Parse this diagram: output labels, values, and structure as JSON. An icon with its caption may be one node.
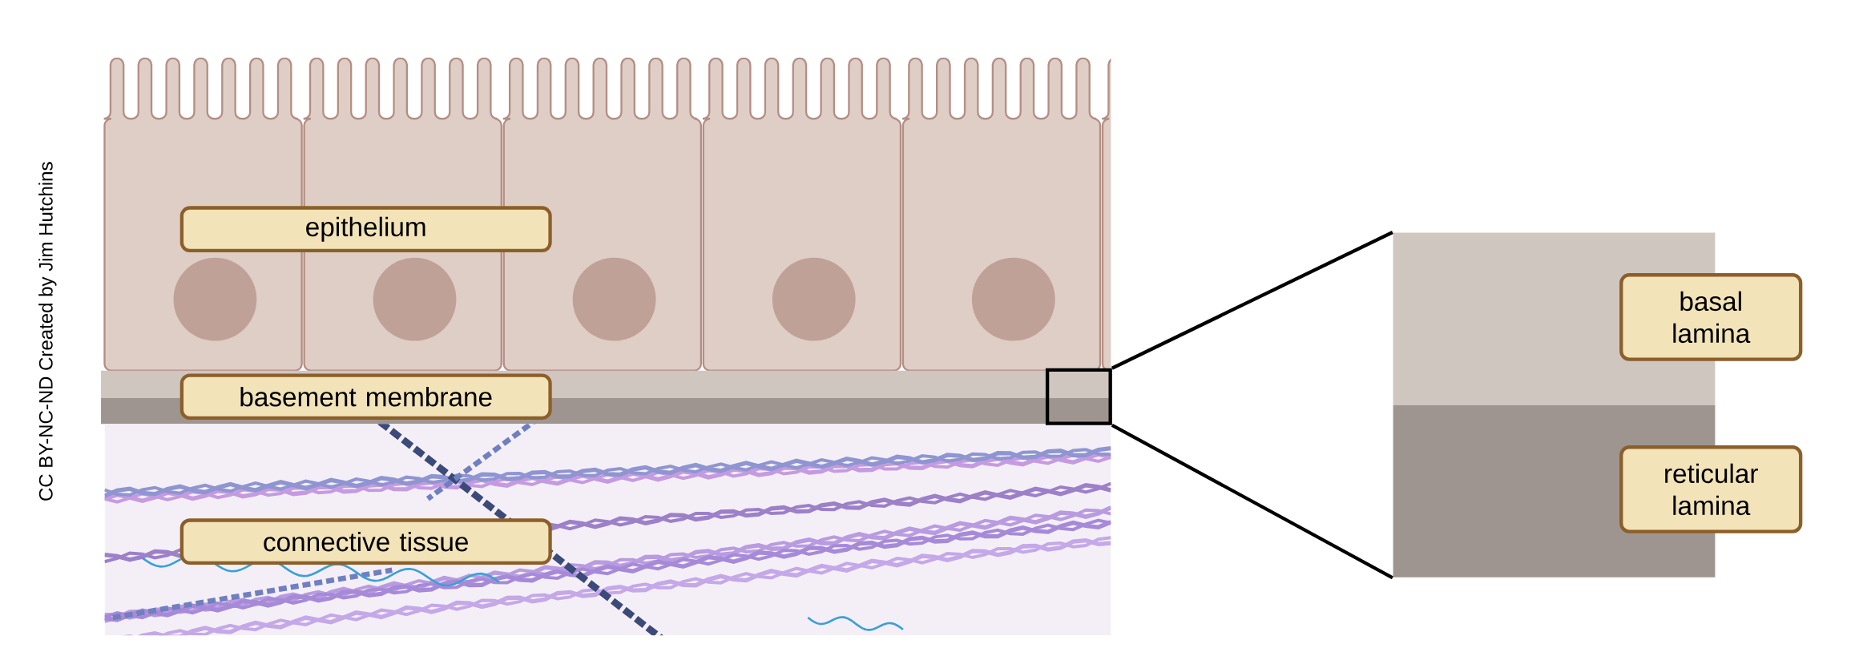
{
  "diagram": {
    "nodes": [
      {
        "text": [
          "epithelium"
        ]
      },
      {
        "text": [
          "basement membrane"
        ]
      },
      {
        "text": [
          "connective tissue"
        ]
      },
      {
        "text": [],
        "shape": "box"
      },
      {
        "text": [],
        "shape": "box"
      },
      {
        "text": [
          "basal lamina"
        ]
      },
      {
        "text": [
          "reticular lamina"
        ]
      }
    ],
    "edges": [
      {
        "from": 3,
        "to": 4,
        "arrow": "none"
      },
      {
        "from": 3,
        "to": 4,
        "arrow": "none"
      }
    ],
    "labels": [
      "CC BY-NC-ND Created by Jim Hutchins"
    ]
  }
}
